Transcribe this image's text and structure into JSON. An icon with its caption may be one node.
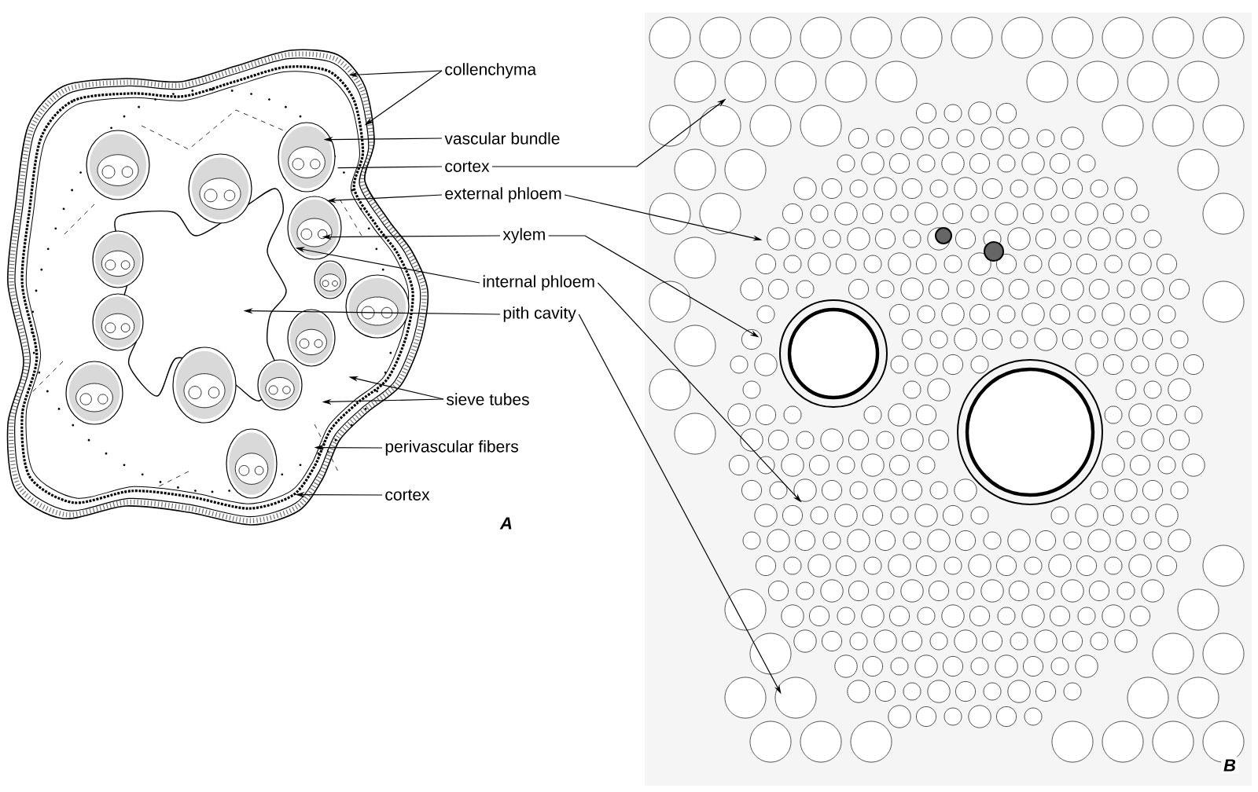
{
  "diagram": {
    "nodes": [
      {
        "text": [],
        "shape": "picture"
      },
      {
        "text": [],
        "shape": "picture"
      },
      {
        "text": [
          "collenchyma"
        ]
      },
      {
        "text": [
          "vascular bundle"
        ]
      },
      {
        "text": [
          "cortex"
        ]
      },
      {
        "text": [
          "external phloem"
        ]
      },
      {
        "text": [
          "xylem"
        ]
      },
      {
        "text": [
          "internal phloem"
        ]
      },
      {
        "text": [
          "pith cavity"
        ]
      },
      {
        "text": [
          "sieve tubes"
        ]
      },
      {
        "text": [
          "perivascular fibers"
        ]
      },
      {
        "text": [
          "cortex"
        ]
      }
    ],
    "edges": [
      {
        "from": 2,
        "to": 0,
        "arrow": "to"
      },
      {
        "from": 2,
        "to": 0,
        "arrow": "to"
      },
      {
        "from": 3,
        "to": 0,
        "arrow": "to"
      },
      {
        "from": 4,
        "to": 0,
        "arrow": "none"
      },
      {
        "from": 4,
        "to": 1,
        "arrow": "to"
      },
      {
        "from": 5,
        "to": 0,
        "arrow": "to"
      },
      {
        "from": 5,
        "to": 1,
        "arrow": "to"
      },
      {
        "from": 6,
        "to": 0,
        "arrow": "to"
      },
      {
        "from": 6,
        "to": 1,
        "arrow": "to"
      },
      {
        "from": 7,
        "to": 0,
        "arrow": "to"
      },
      {
        "from": 7,
        "to": 1,
        "arrow": "to"
      },
      {
        "from": 8,
        "to": 0,
        "arrow": "to"
      },
      {
        "from": 8,
        "to": 1,
        "arrow": "to"
      },
      {
        "from": 9,
        "to": 0,
        "arrow": "to"
      },
      {
        "from": 9,
        "to": 0,
        "arrow": "to"
      },
      {
        "from": 10,
        "to": 0,
        "arrow": "to"
      },
      {
        "from": 11,
        "to": 0,
        "arrow": "to"
      }
    ],
    "labels": [
      "A",
      "B"
    ]
  }
}
